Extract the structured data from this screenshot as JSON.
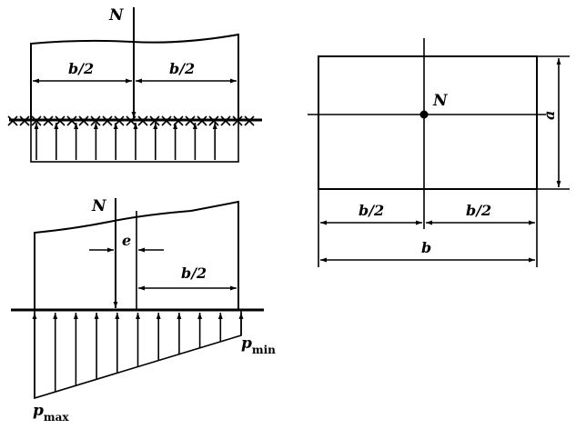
{
  "figure": {
    "top_left": {
      "force_label": "N",
      "half_width_left": "b/2",
      "half_width_right": "b/2"
    },
    "bottom_left": {
      "force_label": "N",
      "eccentricity_label": "e",
      "half_width_label": "b/2",
      "p_max": {
        "symbol": "p",
        "subscript": "max"
      },
      "p_min": {
        "symbol": "p",
        "subscript": "min"
      }
    },
    "plan_view": {
      "force_label": "N",
      "side_label": "a",
      "half_width_left": "b/2",
      "half_width_right": "b/2",
      "full_width": "b"
    }
  }
}
